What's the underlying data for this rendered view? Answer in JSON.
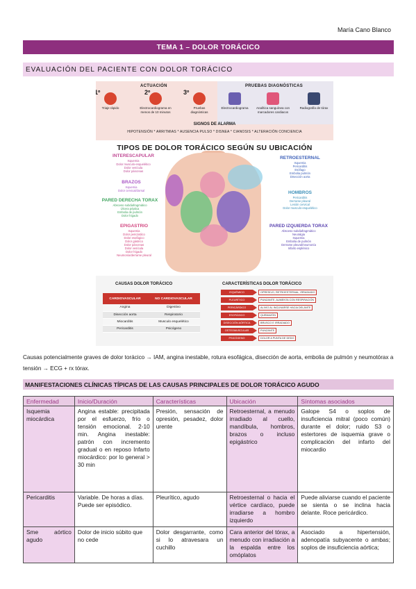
{
  "author": "María Cano Blanco",
  "title": "TEMA 1 – DOLOR TORÁCICO",
  "section_title": "EVALUACIÓN DEL PACIENTE CON DOLOR TORÁCICO",
  "infographic": {
    "actuacion_title": "ACTUACIÓN",
    "pruebas_title": "PRUEBAS DIAGNÓSTICAS",
    "steps": [
      {
        "num": "1º",
        "label": "Triaje rápido"
      },
      {
        "num": "2º",
        "label": "Electrocardiograma en menos de 10 minutos"
      },
      {
        "num": "3º",
        "label": "Pruebas diagnósticas"
      }
    ],
    "pruebas": [
      {
        "label": "Electrocardiograma"
      },
      {
        "label": "Analítica sanguínea con marcadores cardiacos"
      },
      {
        "label": "Radiografía de tórax"
      }
    ],
    "alarm_title": "SIGNOS DE ALARMA",
    "alarm_signs": "HIPOTENSIÓN * ARRITMIAS * AUSENCIA PULSO * DISNEA * CIANOSIS * ALTERACIÓN CONCIENCIA",
    "main_title": "TIPOS DE DOLOR TORÁCICO SEGÚN SU UBICACIÓN",
    "regions": {
      "interescapular": {
        "title": "INTERESCAPULAR",
        "items": [
          "Isquemia",
          "Dolor musculo-esquelético",
          "Dolor vesícula",
          "Dolor páncreas"
        ]
      },
      "brazos": {
        "title": "BRAZOS",
        "items": [
          "Isquemia",
          "Dolor cervical/dorsal"
        ]
      },
      "pared_derecha": {
        "title": "PARED DERECHA TORAX",
        "items": [
          "Absceso subdiafragmático",
          "Úlcera péptica",
          "Embolia de pulmón",
          "Dolor hígado"
        ]
      },
      "epigastrio": {
        "title": "EPIGASTRIO",
        "items": [
          "Isquemia",
          "Dolor pericárdico",
          "Dolor esofágico",
          "Dolor gástrico",
          "Dolor páncreas",
          "Dolor vesícula",
          "Dolor hígado",
          "Neumonía/derrame pleural"
        ]
      },
      "retroesternal": {
        "title": "RETROESTERNAL",
        "items": [
          "Isquemia",
          "Pericarditis",
          "Esófago",
          "Embolia pulmón",
          "Disección aorta"
        ]
      },
      "hombros": {
        "title": "HOMBROS",
        "items": [
          "Pericarditis",
          "Derrame pleural",
          "Lesión cervical",
          "Dolor musculo-esquelético"
        ]
      },
      "pared_izquierda": {
        "title": "PARED IZQUIERDA TORAX",
        "items": [
          "Absceso subdiafragmático",
          "Neuralgia",
          "Isquemia",
          "Embolia de pulmón",
          "Derrame pleural/neumonía",
          "Infarto esplénico"
        ]
      }
    },
    "causas_title": "CAUSAS DOLOR TORÁCICO",
    "causas_headers": [
      "CARDIOVASCULAR",
      "NO CARDIOVASCULAR"
    ],
    "causas_rows": [
      [
        "Angina",
        "Digestivo"
      ],
      [
        "Disección aorta",
        "Respiratorio"
      ],
      [
        "Miocarditis",
        "Musculo esquelético"
      ],
      [
        "Pericarditis",
        "Psicógeno"
      ]
    ],
    "caracteristicas_title": "CARACTERÍSTICAS DOLOR TORÁCICO",
    "caracteristicas": [
      {
        "tag": "ISQUÉMICO",
        "desc": "OPRESIVO, RETROESTERNAL, IRRADIADO"
      },
      {
        "tag": "PLEURÍTICO",
        "desc": "PUNZANTE, AUMENTA CON RESPIRACIÓN"
      },
      {
        "tag": "PERICÁRDICO",
        "desc": "ALIVIO AL INCLINARSE HACIA DELANTE"
      },
      {
        "tag": "ESOFÁGICO",
        "desc": "QUEMAZÓN"
      },
      {
        "tag": "DISECCIÓN AÓRTICA",
        "desc": "BRUSCO E IRRADIADO"
      },
      {
        "tag": "OSTEOMUSCULAR",
        "desc": "PUNZANTE"
      },
      {
        "tag": "PSICÓGENO",
        "desc": "DOLOR A PUNTA DE DEDO"
      }
    ],
    "colors": {
      "accent": "#8e2f7e",
      "red": "#c9352d",
      "purple_blob": "#6c55c8",
      "green_blob": "#5bc27a",
      "pink_blob": "#e58bb0",
      "blue_blob": "#8fcfe6"
    }
  },
  "paragraph": "Causas potencialmente graves de dolor torácico → IAM, angina inestable, rotura esofágica, disección de aorta, embolia de pulmón y neumotórax a tensión → ECG + rx tórax.",
  "table_title": "MANIFESTACIONES CLÍNICAS TÍPICAS DE LAS CAUSAS PRINCIPALES DE DOLOR TORÁCICO AGUDO",
  "table": {
    "headers": [
      "Enfermedad",
      "Inicio/Duración",
      "Características",
      "Ubicación",
      "Síntomas asociados"
    ],
    "rows": [
      [
        "Isquemia miocárdica",
        "Angina estable: precipitada por el esfuerzo, frío o tensión emocional. 2-10 min. Angina inestable: patrón con incremento gradual o en reposo Infarto miocárdico: por lo general > 30 min",
        "Presión, sensación de opresión, pesadez, dolor urente",
        "Retroesternal, a menudo irradiado al cuello, mandíbula, hombros, brazos o incluso epigástrico",
        "Galope S4 o soplos de insuficiencia mitral (poco común) durante el dolor; ruido S3 o estertores de isquemia grave o complicación del infarto del miocardio"
      ],
      [
        "Pericarditis",
        "Variable. De horas a días. Puede ser episódico.",
        "Pleurítico, agudo",
        "Retroesternal o hacia el vértice cardíaco, puede irradiarse a hombro izquierdo",
        "Puede aliviarse cuando el paciente se sienta o se inclina hacia delante. Roce pericárdico."
      ],
      [
        "Sme aórtico agudo",
        "Dolor de inicio súbito que no cede",
        "Dolor desgarrante, como si lo atravesara un cuchillo",
        "Cara anterior del tórax, a menudo con irradiación a la espalda entre los omóplatos",
        "Asociado a hipertensión, adenopatía subyacente o ambas; soplos de insuficiencia aórtica;"
      ]
    ]
  }
}
